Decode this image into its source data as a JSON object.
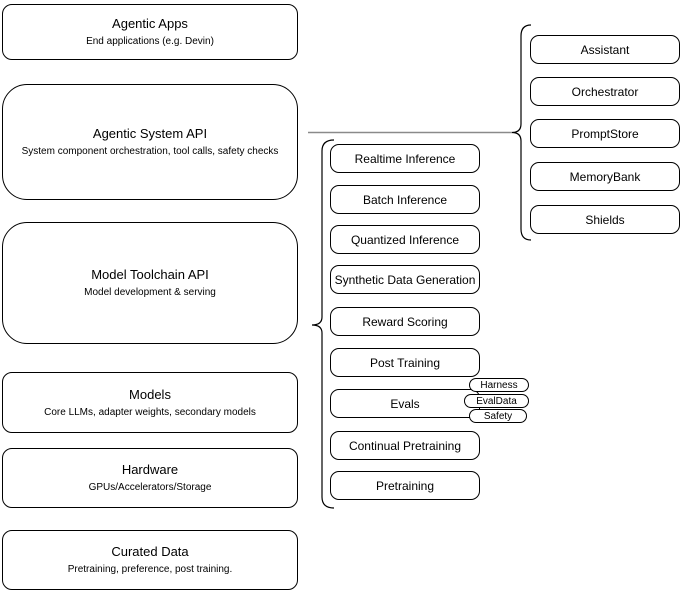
{
  "colors": {
    "stroke": "#000000",
    "connector": "#8a8a8a",
    "background": "#ffffff",
    "text": "#000000"
  },
  "left_stack": [
    {
      "title": "Agentic Apps",
      "subtitle": "End applications (e.g. Devin)"
    },
    {
      "title": "Agentic System API",
      "subtitle": "System component orchestration, tool calls, safety checks"
    },
    {
      "title": "Model Toolchain API",
      "subtitle": "Model development & serving"
    },
    {
      "title": "Models",
      "subtitle": "Core LLMs, adapter weights, secondary models"
    },
    {
      "title": "Hardware",
      "subtitle": "GPUs/Accelerators/Storage"
    },
    {
      "title": "Curated Data",
      "subtitle": "Pretraining, preference, post training."
    }
  ],
  "toolchain_services": [
    {
      "label": "Realtime Inference"
    },
    {
      "label": "Batch Inference"
    },
    {
      "label": "Quantized Inference"
    },
    {
      "label": "Synthetic Data Generation"
    },
    {
      "label": "Reward Scoring"
    },
    {
      "label": "Post Training"
    },
    {
      "label": "Evals"
    },
    {
      "label": "Continual Pretraining"
    },
    {
      "label": "Pretraining"
    }
  ],
  "eval_tags": [
    {
      "label": "Harness"
    },
    {
      "label": "EvalData"
    },
    {
      "label": "Safety"
    }
  ],
  "system_components": [
    {
      "label": "Assistant"
    },
    {
      "label": "Orchestrator"
    },
    {
      "label": "PromptStore"
    },
    {
      "label": "MemoryBank"
    },
    {
      "label": "Shields"
    }
  ]
}
